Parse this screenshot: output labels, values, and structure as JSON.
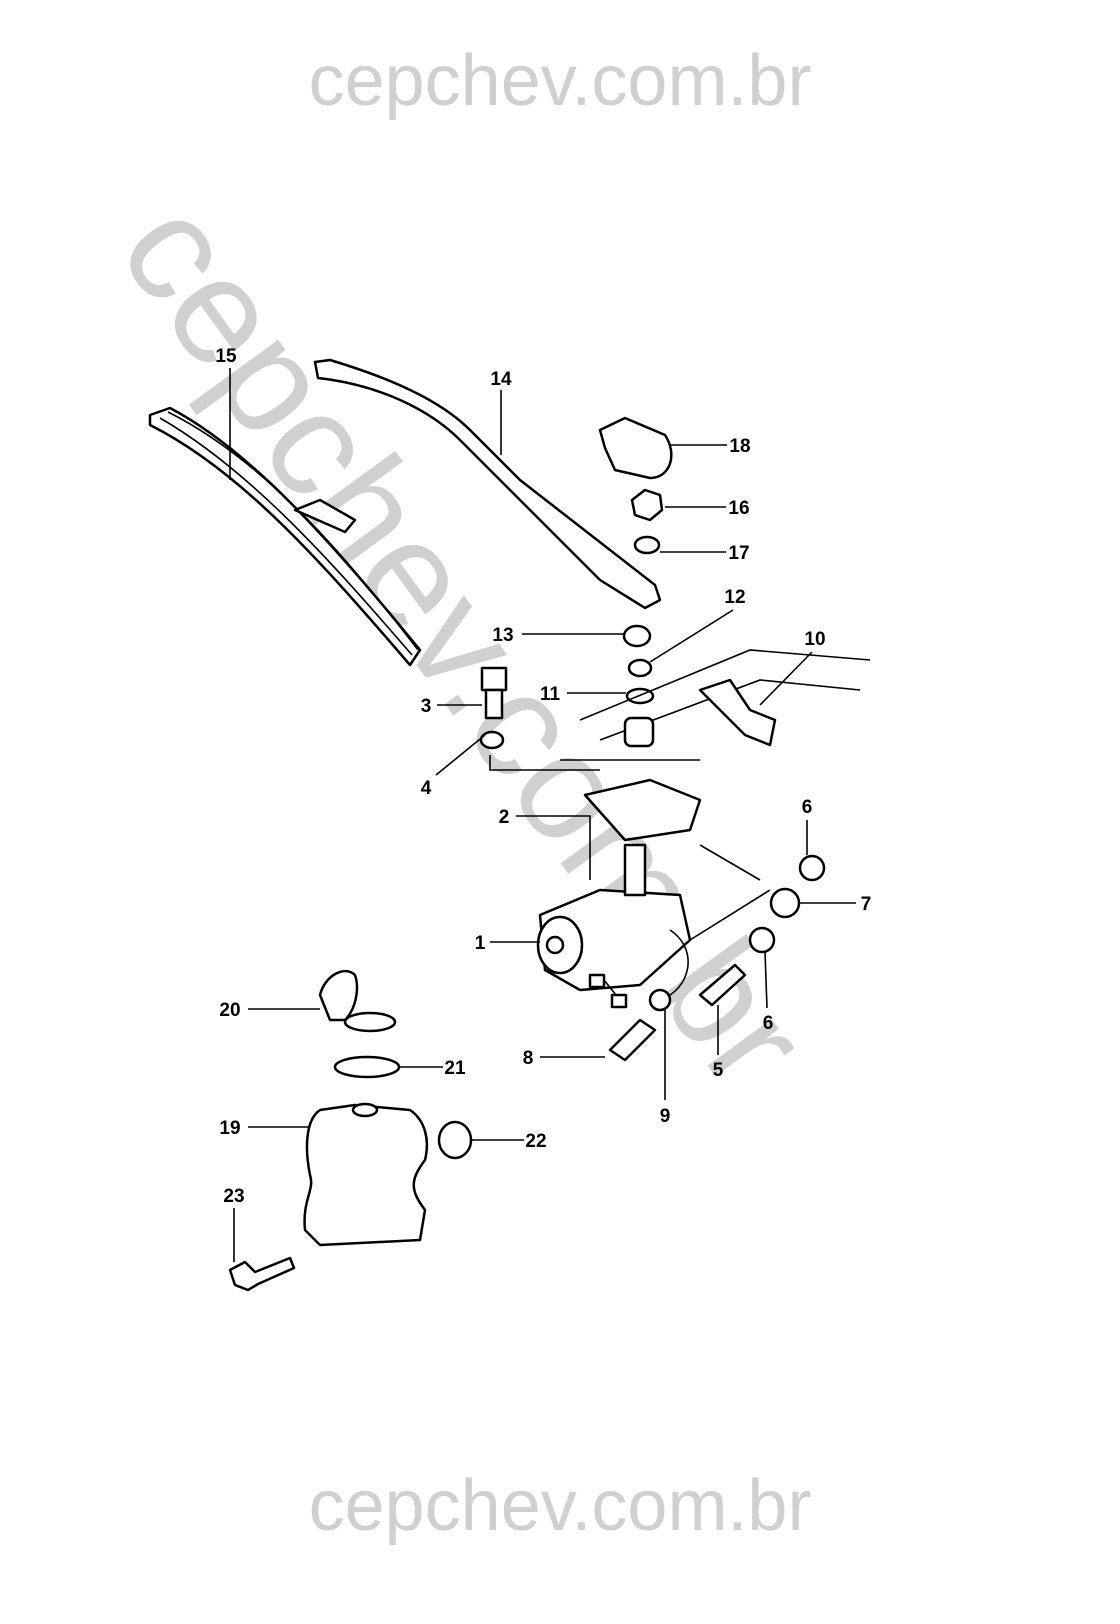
{
  "watermark": {
    "top": "cepchev.com.br",
    "diagonal": "cepchev.com.br",
    "bottom": "cepchev.com.br",
    "color": "#d0d0d0"
  },
  "callouts": [
    "15",
    "14",
    "18",
    "16",
    "17",
    "12",
    "13",
    "10",
    "11",
    "3",
    "4",
    "2",
    "6",
    "7",
    "1",
    "6",
    "20",
    "21",
    "8",
    "5",
    "9",
    "19",
    "22",
    "23"
  ]
}
